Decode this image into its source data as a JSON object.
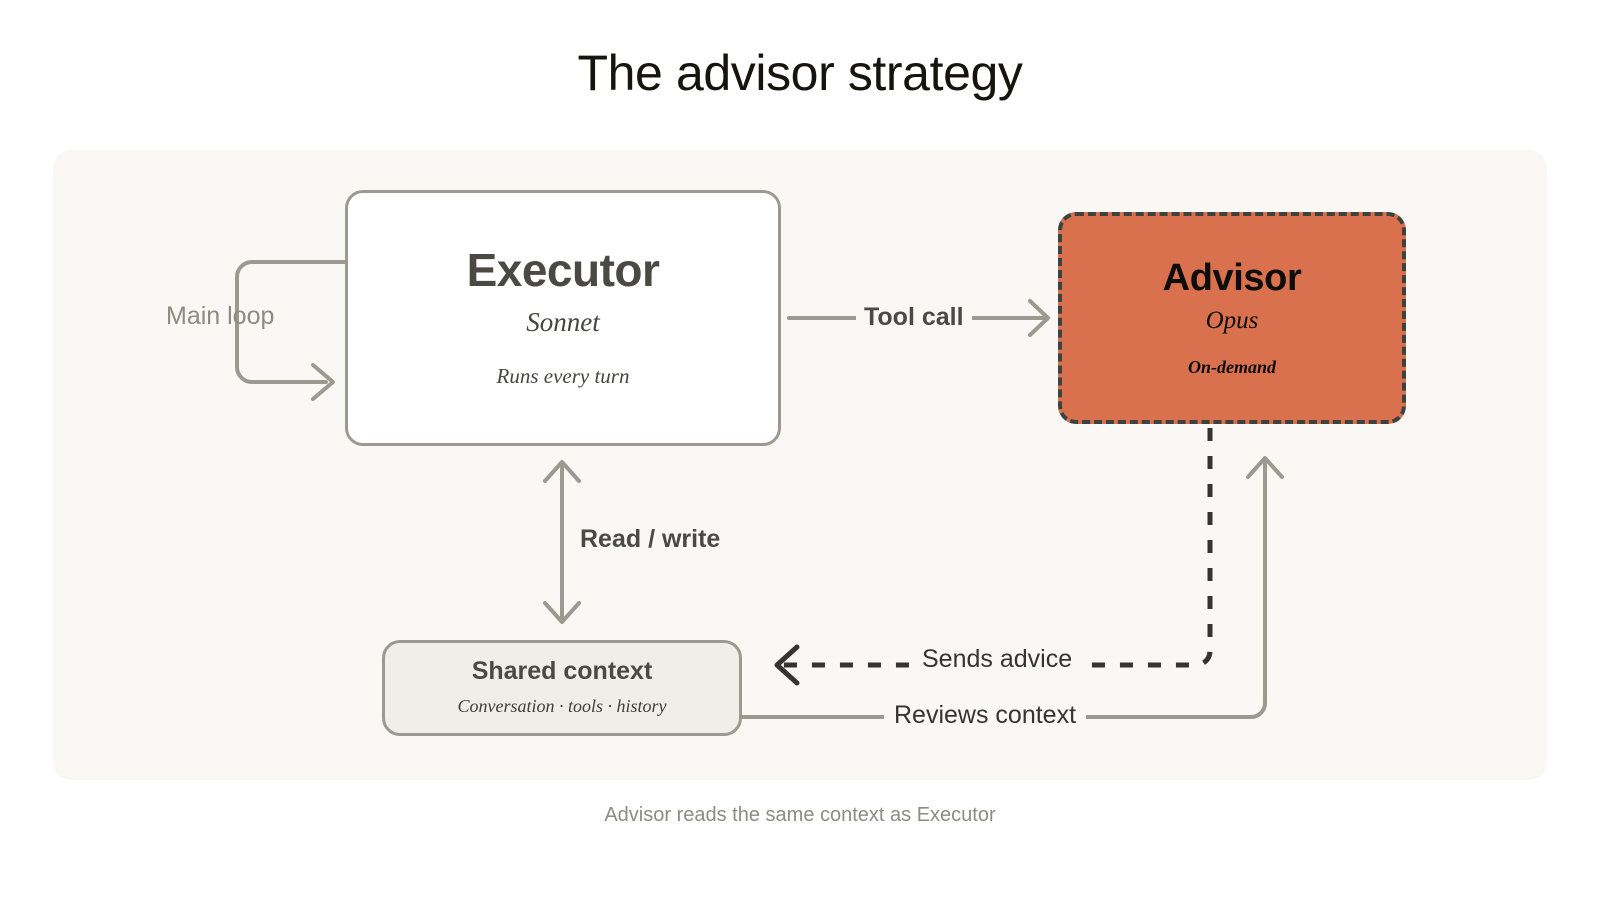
{
  "page": {
    "title": "The advisor strategy",
    "footer_caption": "Advisor reads the same context as Executor",
    "background": "#ffffff",
    "panel_background": "#f9f8f4"
  },
  "diagram": {
    "type": "flow-diagram",
    "nodes": [
      {
        "id": "executor",
        "title": "Executor",
        "model": "Sonnet",
        "note": "Runs every turn",
        "fill": "#ffffff",
        "border_color": "#9c9a90",
        "border_style": "solid"
      },
      {
        "id": "advisor",
        "title": "Advisor",
        "model": "Opus",
        "note": "On-demand",
        "fill": "#d9714e",
        "border_color": "#3d423e",
        "border_style": "dashed"
      },
      {
        "id": "shared-context",
        "title": "Shared context",
        "note": "Conversation · tools · history",
        "fill": "#efeee7",
        "border_color": "#9c9a90",
        "border_style": "solid"
      }
    ],
    "edges": [
      {
        "id": "main-loop",
        "label": "Main loop",
        "from": "executor",
        "to": "executor",
        "style": "solid",
        "color": "#9c9a90",
        "arrow": "single",
        "label_color": "#8d8b82"
      },
      {
        "id": "tool-call",
        "label": "Tool call",
        "from": "executor",
        "to": "advisor",
        "style": "solid",
        "color": "#9c9a90",
        "arrow": "single",
        "label_color": "#4a4943"
      },
      {
        "id": "read-write",
        "label": "Read / write",
        "from": "executor",
        "to": "shared-context",
        "style": "solid",
        "color": "#9c9a90",
        "arrow": "double",
        "label_color": "#4a4943"
      },
      {
        "id": "sends-advice",
        "label": "Sends advice",
        "from": "advisor",
        "to": "shared-context",
        "style": "dashed",
        "color": "#35342f",
        "arrow": "single",
        "label_color": "#35342f"
      },
      {
        "id": "reviews-context",
        "label": "Reviews context",
        "from": "shared-context",
        "to": "advisor",
        "style": "solid",
        "color": "#9c9a90",
        "arrow": "single",
        "label_color": "#35342f"
      }
    ]
  }
}
